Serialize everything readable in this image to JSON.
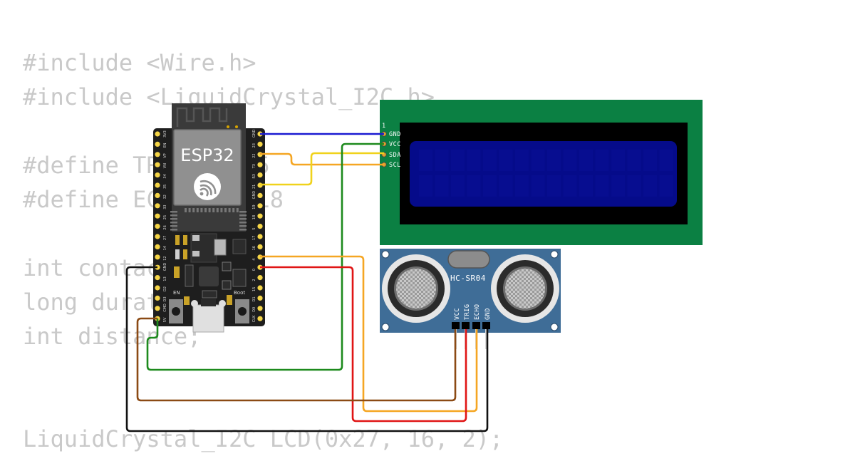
{
  "code_lines": [
    "#include <Wire.h>",
    "#include <LiquidCrystal_I2C.h>",
    "",
    "#define TRIG_PIN 5",
    "#define ECHO_PIN 18",
    "",
    "int contact = 0;",
    "long duration;",
    "int distance;",
    "",
    "",
    "LiquidCrystal_I2C LCD(0x27, 16, 2);"
  ],
  "esp32": {
    "label": "ESP32",
    "en_label": "EN",
    "boot_label": "Boot",
    "left_pins": [
      "3V3",
      "EN",
      "VP",
      "VN",
      "34",
      "35",
      "32",
      "33",
      "25",
      "26",
      "27",
      "14",
      "12",
      "GND",
      "13",
      "D2",
      "D3",
      "CMD",
      "5V"
    ],
    "right_pins": [
      "GND",
      "23",
      "22",
      "TX",
      "RX",
      "21",
      "GND",
      "19",
      "18",
      "5",
      "17",
      "16",
      "4",
      "0",
      "2",
      "15",
      "D1",
      "D0",
      "CLK"
    ]
  },
  "lcd": {
    "pin_number": "1",
    "pins": [
      "GND",
      "VCC",
      "SDA",
      "SCL"
    ]
  },
  "sensor": {
    "label": "HC-SR04",
    "pins": [
      "VCC",
      "TRIG",
      "ECHO",
      "GND"
    ]
  },
  "colors": {
    "wire_blue": "#1a1ad1",
    "wire_green": "#1d8a1d",
    "wire_orange": "#f5a623",
    "wire_yellow": "#f0d21c",
    "wire_brown": "#8b4a14",
    "wire_red": "#e01515",
    "wire_black": "#111111",
    "lcd_board": "#0b8043",
    "lcd_screen": "#050b8a",
    "sensor_board": "#3f6d97"
  }
}
